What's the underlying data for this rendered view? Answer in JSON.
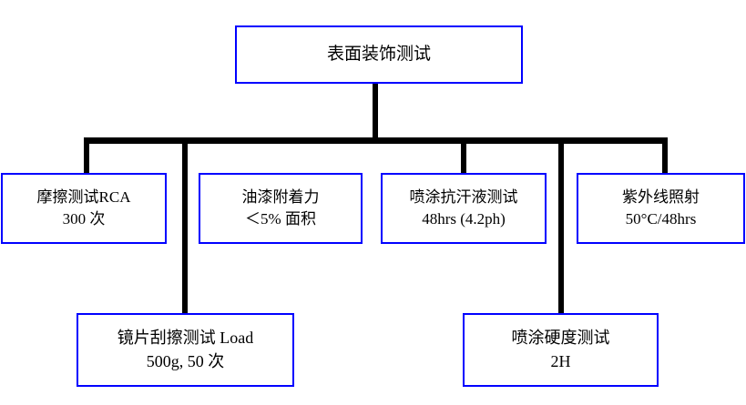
{
  "diagram": {
    "title": "表面装饰测试",
    "accent_color": "#0000ff",
    "connector_color": "#000000",
    "background_color": "#ffffff",
    "root": {
      "id": "root",
      "label": "表面装饰测试"
    },
    "level2": [
      {
        "id": "rca",
        "line1": "摩擦测试RCA",
        "line2": "300 次"
      },
      {
        "id": "paint",
        "line1": "油漆附着力",
        "line2": "＜5% 面积"
      },
      {
        "id": "sweat",
        "line1": "喷涂抗汗液测试",
        "line2": "48hrs (4.2ph)"
      },
      {
        "id": "uv",
        "line1": "紫外线照射",
        "line2": "50°C/48hrs"
      }
    ],
    "level3": [
      {
        "id": "lens",
        "line1": "镜片刮擦测试 Load",
        "line2": "500g, 50 次"
      },
      {
        "id": "hardness",
        "line1": "喷涂硬度测试",
        "line2": "2H"
      }
    ]
  }
}
